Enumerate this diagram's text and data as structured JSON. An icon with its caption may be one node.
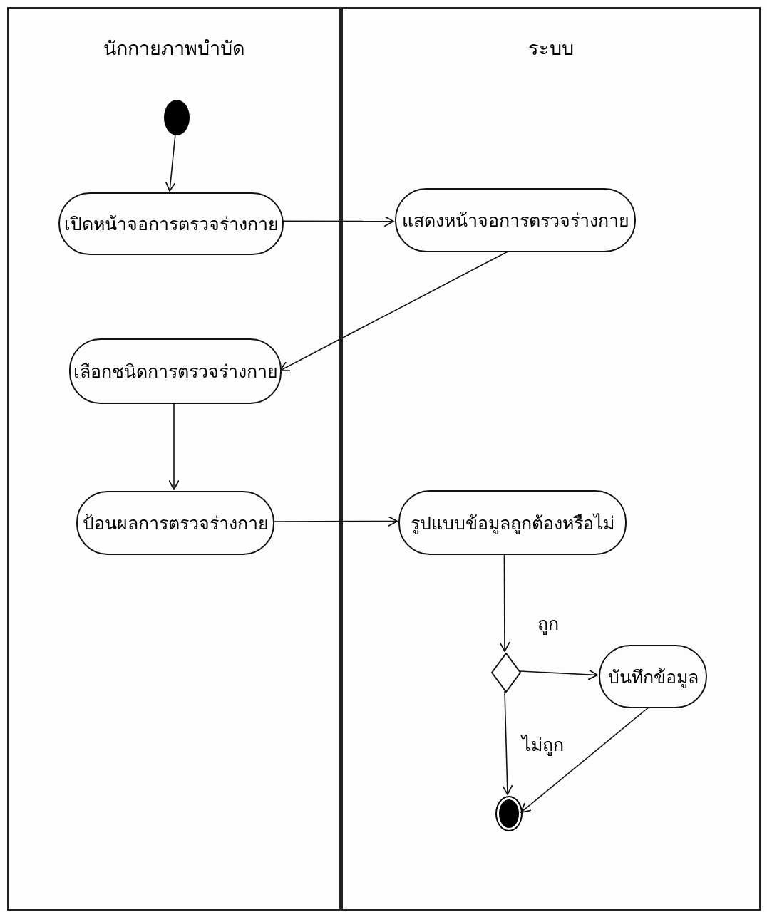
{
  "diagram": {
    "nodes": [
      {
        "text": [
          "นักกายภาพบำบัด"
        ]
      },
      {
        "text": [
          "ระบบ"
        ]
      },
      {
        "text": [],
        "shape": "circle",
        "in": 0
      },
      {
        "text": [
          "เปิดหน้าจอการตรวจร่างกาย"
        ],
        "in": 0
      },
      {
        "text": [
          "แสดงหน้าจอการตรวจร่างกาย"
        ],
        "in": 1
      },
      {
        "text": [
          "เลือกชนิดการตรวจร่างกาย"
        ],
        "in": 0
      },
      {
        "text": [
          "ป้อนผลการตรวจร่างกาย"
        ],
        "in": 0
      },
      {
        "text": [
          "รูปแบบข้อมูลถูกต้องหรือไม่"
        ],
        "in": 1
      },
      {
        "text": [],
        "shape": "diamond",
        "in": 1
      },
      {
        "text": [
          "บันทึกข้อมูล"
        ],
        "in": 1
      },
      {
        "text": [],
        "shape": "circle",
        "in": 1
      }
    ],
    "edges": [
      {
        "from": 2,
        "to": 3,
        "arrow": "to"
      },
      {
        "from": 3,
        "to": 4,
        "arrow": "to"
      },
      {
        "from": 4,
        "to": 5,
        "arrow": "to"
      },
      {
        "from": 5,
        "to": 6,
        "arrow": "to"
      },
      {
        "from": 6,
        "to": 7,
        "arrow": "to"
      },
      {
        "from": 7,
        "to": 8,
        "arrow": "to"
      },
      {
        "from": 8,
        "to": 9,
        "arrow": "to",
        "label": "ถูก"
      },
      {
        "from": 8,
        "to": 10,
        "arrow": "to",
        "label": "ไม่ถูก"
      },
      {
        "from": 9,
        "to": 10,
        "arrow": "to"
      }
    ]
  }
}
